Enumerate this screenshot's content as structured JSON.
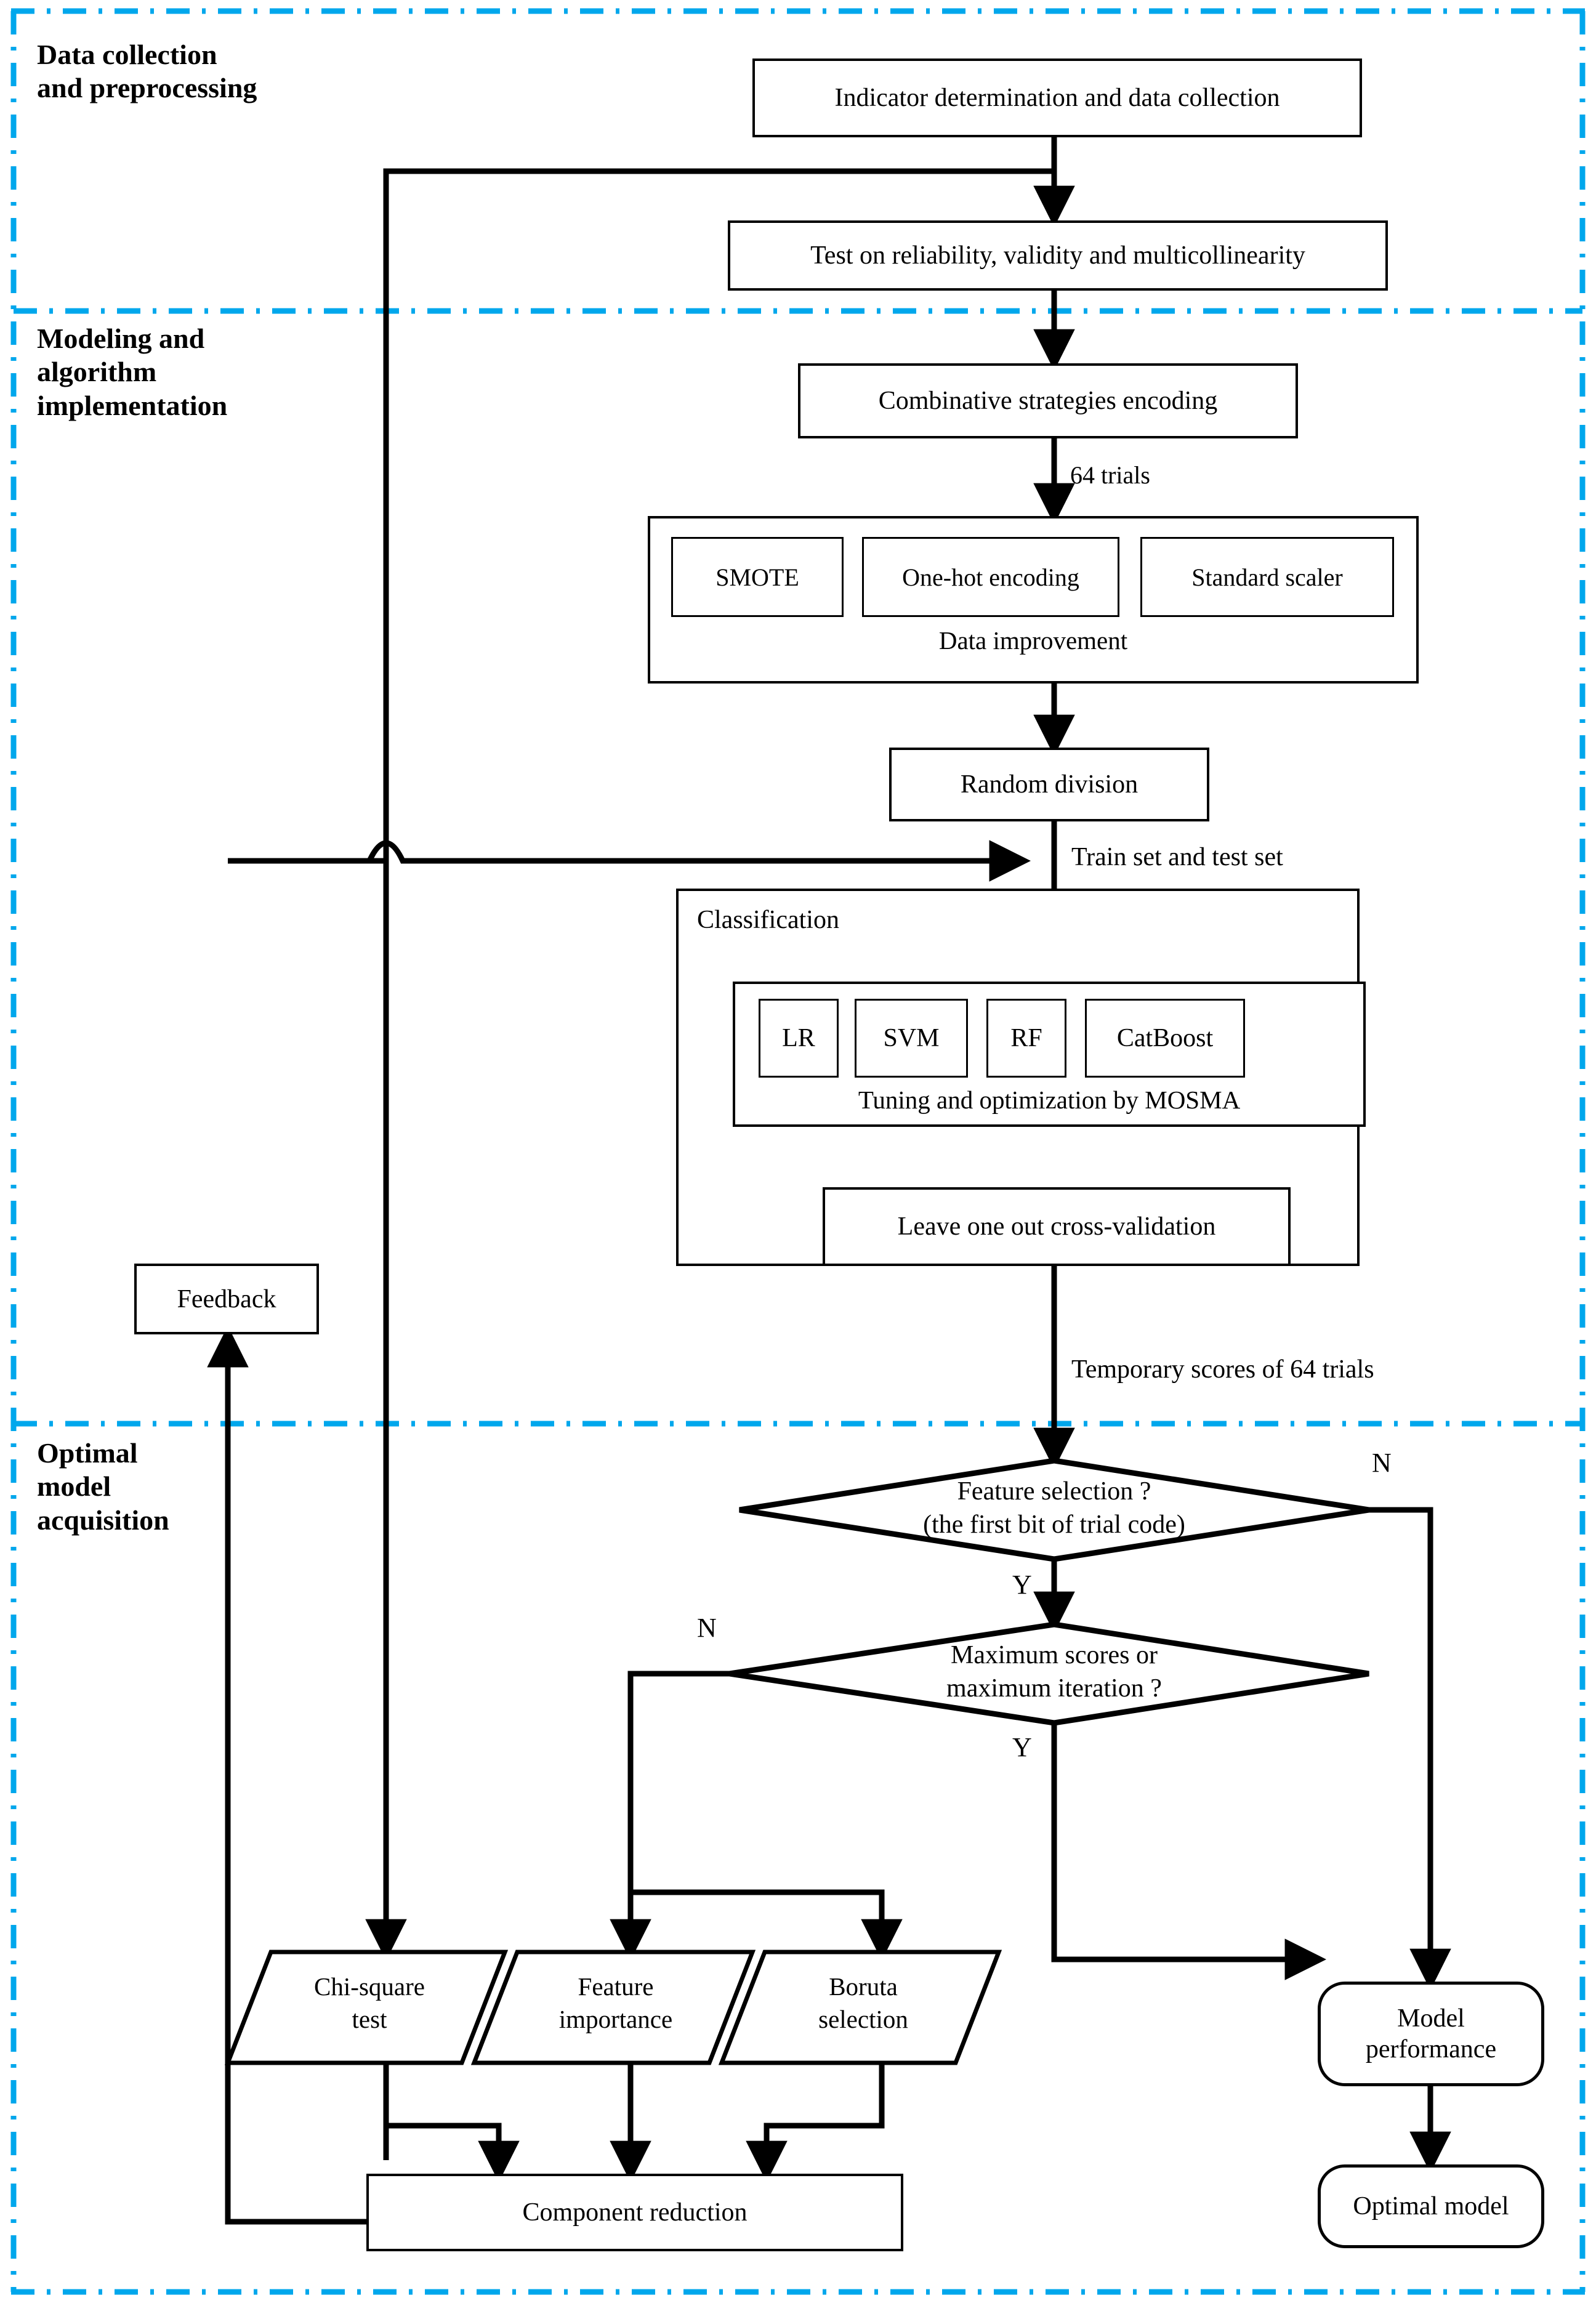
{
  "figure": {
    "type": "flowchart",
    "title": "Machine learning modeling workflow",
    "stage_divider_color": "#00a7ec",
    "line_color": "#000000",
    "background": "#ffffff"
  },
  "stages": [
    {
      "id": "stage-data-collection",
      "label": "Data collection\nand preprocessing"
    },
    {
      "id": "stage-modeling",
      "label": "Modeling and\nalgorithm\nimplementation"
    },
    {
      "id": "stage-optimal-model",
      "label": "Optimal\nmodel\nacquisition"
    }
  ],
  "nodes": {
    "indicator_determination": "Indicator determination and data collection",
    "reliability_test": "Test on reliability, validity and multicollinearity",
    "combinative_encoding": "Combinative strategies encoding",
    "data_improvement_group": "Data improvement",
    "smote": "SMOTE",
    "one_hot": "One-hot encoding",
    "standard_scaler": "Standard scaler",
    "random_division": "Random division",
    "classification_group": "Classification",
    "tuning_group": "Tuning and optimization by MOSMA",
    "lr": "LR",
    "svm": "SVM",
    "rf": "RF",
    "catboost": "CatBoost",
    "loocv": "Leave one out cross-validation",
    "feedback": "Feedback",
    "feature_selection_q_line1": "Feature selection ?",
    "feature_selection_q_line2": "(the first bit of trial code)",
    "max_scores_q_line1": "Maximum scores or",
    "max_scores_q_line2": "maximum iteration ?",
    "chi_square_line1": "Chi-square",
    "chi_square_line2": "test",
    "feature_importance_line1": "Feature",
    "feature_importance_line2": "importance",
    "boruta_line1": "Boruta",
    "boruta_line2": "selection",
    "component_reduction": "Component  reduction",
    "model_performance_line1": "Model",
    "model_performance_line2": "performance",
    "optimal_model": "Optimal model"
  },
  "edge_labels": {
    "trials_64": "64 trials",
    "train_test_set": "Train set and test set",
    "temporary_scores": "Temporary scores of 64 trials",
    "fs_no": "N",
    "fs_yes": "Y",
    "max_no": "N",
    "max_yes": "Y"
  }
}
